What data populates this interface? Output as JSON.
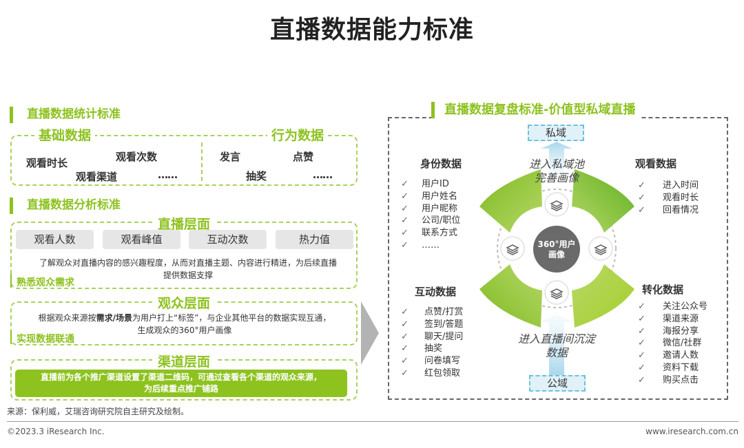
{
  "title": "直播数据能力标准",
  "left": {
    "stats_title": "直播数据统计标准",
    "basic": {
      "label": "基础数据",
      "items": [
        "观看时长",
        "观看次数",
        "观看渠道",
        "……"
      ]
    },
    "behavior": {
      "label": "行为数据",
      "items": [
        "发言",
        "点赞",
        "抽奖",
        "……"
      ]
    },
    "analysis_title": "直播数据分析标准",
    "live_layer": {
      "title": "直播层面",
      "chips": [
        "观看人数",
        "观看峰值",
        "互动次数",
        "热力值"
      ],
      "desc_line1": "了解观众对直播内容的感兴趣程度，从而对直播主题、内容进行精进，为后续直播",
      "desc_line2": "提供数据支撑",
      "label": "熟悉观众需求"
    },
    "audience_layer": {
      "title": "观众层面",
      "desc_a": "根据观众来源按",
      "desc_b": "需求/场景",
      "desc_c": "为用户打上“标签”，与企业其他平台的数据实现互通，",
      "desc_line2": "生成观众的360°用户画像",
      "label": "实现数据联通"
    },
    "channel_layer": {
      "title": "渠道层面",
      "line1": "直播前为各个推广渠道设置了渠道二维码，可通过查看各个渠道的观众来源，",
      "line2": "为后续重点推广铺路"
    }
  },
  "right": {
    "title": "直播数据复盘标准-价值型私域直播",
    "top_tag": "私域",
    "bottom_tag": "公域",
    "top_note_1": "进入私域池",
    "top_note_2": "完善画像",
    "bottom_note_1": "进入直播间沉淀",
    "bottom_note_2": "数据",
    "center_1": "360°用户",
    "center_2": "画像",
    "identity": {
      "title": "身份数据",
      "items": [
        "用户ID",
        "用户姓名",
        "用户昵称",
        "公司/职位",
        "联系方式",
        "……"
      ]
    },
    "viewing": {
      "title": "观看数据",
      "items": [
        "进入时间",
        "观看时长",
        "回看情况"
      ]
    },
    "interaction": {
      "title": "互动数据",
      "items": [
        "点赞/打赏",
        "签到/答题",
        "聊天/提问",
        "抽奖",
        "问卷填写",
        "红包领取"
      ]
    },
    "conversion": {
      "title": "转化数据",
      "items": [
        "关注公众号",
        "渠道来源",
        "海报分享",
        "微信/社群",
        "邀请人数",
        "资料下载",
        "购买点击"
      ]
    },
    "check_mark": "✓"
  },
  "source": "来源：保利威，艾瑞咨询研究院自主研究及绘制。",
  "footer_left": "©2023.3 iResearch Inc.",
  "footer_right": "www.iresearch.com.cn",
  "colors": {
    "accent": "#8dc21f",
    "accent_light": "#a9d15a",
    "tag_fill": "#e1f1f8",
    "tag_border": "#6cc0dc",
    "center": "#6a6a6a"
  },
  "icons": [
    "stack-icon",
    "arrow-up-icon",
    "arrow-right-icon"
  ]
}
